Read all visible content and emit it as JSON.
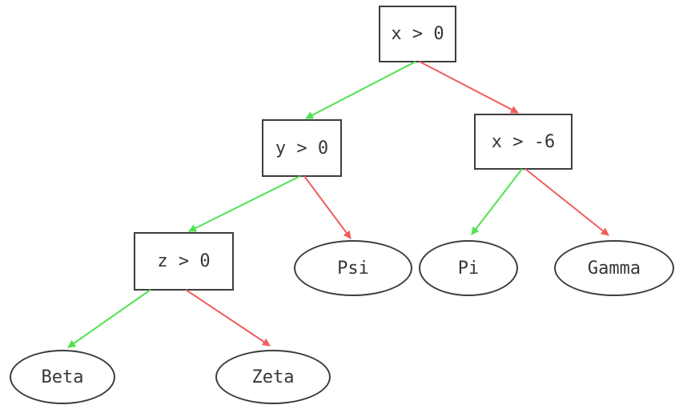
{
  "diagram": {
    "type": "binary-decision-tree",
    "background": "#ffffff",
    "colors": {
      "true_branch": "#50e150",
      "false_branch": "#f25c5c",
      "node_border": "#3d3d3d",
      "node_text": "#363636"
    },
    "nodes": {
      "root": {
        "label": "x > 0",
        "shape": "rectangle"
      },
      "y0": {
        "label": "y > 0",
        "shape": "rectangle"
      },
      "xm6": {
        "label": "x > -6",
        "shape": "rectangle"
      },
      "z0": {
        "label": "z > 0",
        "shape": "rectangle"
      },
      "psi": {
        "label": "Psi",
        "shape": "ellipse"
      },
      "pi": {
        "label": "Pi",
        "shape": "ellipse"
      },
      "gamma": {
        "label": "Gamma",
        "shape": "ellipse"
      },
      "beta": {
        "label": "Beta",
        "shape": "ellipse"
      },
      "zeta": {
        "label": "Zeta",
        "shape": "ellipse"
      }
    },
    "edges": [
      {
        "from": "x > 0",
        "to": "y > 0",
        "branch": "true"
      },
      {
        "from": "x > 0",
        "to": "x > -6",
        "branch": "false"
      },
      {
        "from": "y > 0",
        "to": "z > 0",
        "branch": "true"
      },
      {
        "from": "y > 0",
        "to": "Psi",
        "branch": "false"
      },
      {
        "from": "x > -6",
        "to": "Pi",
        "branch": "true"
      },
      {
        "from": "x > -6",
        "to": "Gamma",
        "branch": "false"
      },
      {
        "from": "z > 0",
        "to": "Beta",
        "branch": "true"
      },
      {
        "from": "z > 0",
        "to": "Zeta",
        "branch": "false"
      }
    ]
  }
}
